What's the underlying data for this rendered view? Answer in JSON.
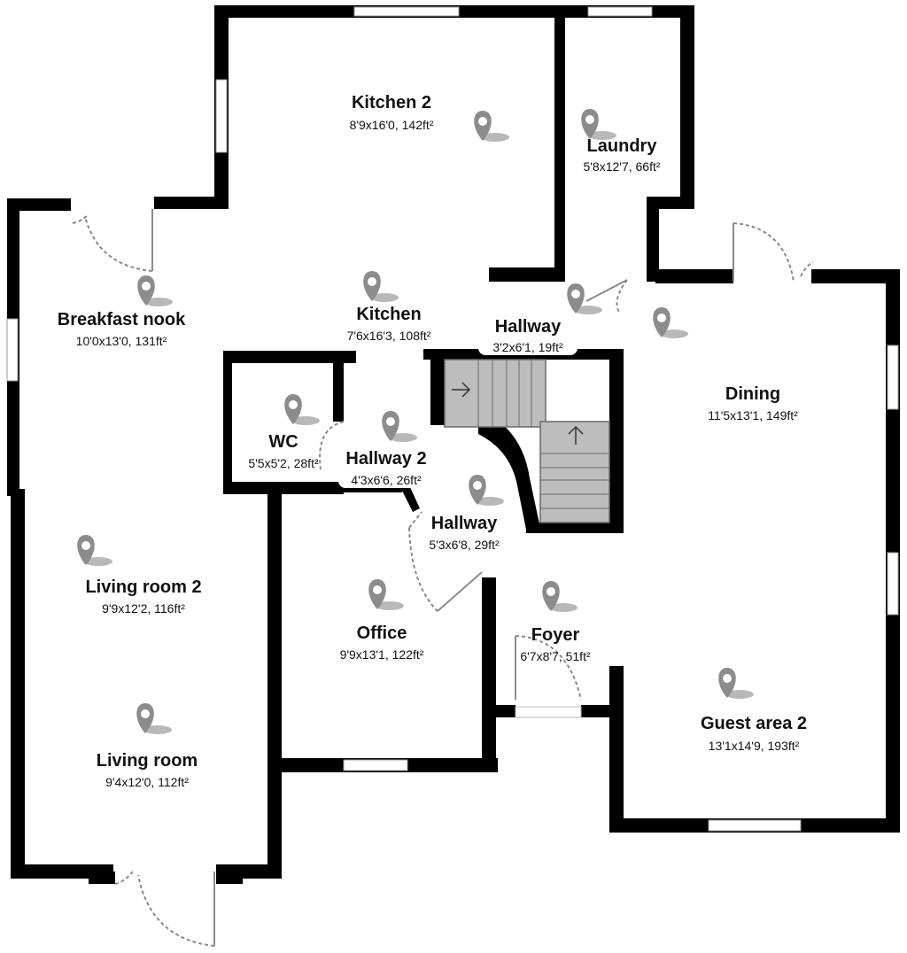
{
  "rooms": [
    {
      "key": "kitchen2",
      "name": "Kitchen 2",
      "dims": "8'9x16'0, 142ft²"
    },
    {
      "key": "laundry",
      "name": "Laundry",
      "dims": "5'8x12'7, 66ft²"
    },
    {
      "key": "breakfast",
      "name": "Breakfast nook",
      "dims": "10'0x13'0, 131ft²"
    },
    {
      "key": "kitchen",
      "name": "Kitchen",
      "dims": "7'6x16'3, 108ft²"
    },
    {
      "key": "hallway_top",
      "name": "Hallway",
      "dims": "3'2x6'1, 19ft²"
    },
    {
      "key": "dining",
      "name": "Dining",
      "dims": "11'5x13'1, 149ft²"
    },
    {
      "key": "wc",
      "name": "WC",
      "dims": "5'5x5'2, 28ft²"
    },
    {
      "key": "hallway2",
      "name": "Hallway 2",
      "dims": "4'3x6'6, 26ft²"
    },
    {
      "key": "hallway_mid",
      "name": "Hallway",
      "dims": "5'3x6'8, 29ft²"
    },
    {
      "key": "living2",
      "name": "Living room 2",
      "dims": "9'9x12'2, 116ft²"
    },
    {
      "key": "office",
      "name": "Office",
      "dims": "9'9x13'1, 122ft²"
    },
    {
      "key": "foyer",
      "name": "Foyer",
      "dims": "6'7x8'7, 51ft²"
    },
    {
      "key": "guest2",
      "name": "Guest area 2",
      "dims": "13'1x14'9, 193ft²"
    },
    {
      "key": "living",
      "name": "Living room",
      "dims": "9'4x12'0, 112ft²"
    }
  ],
  "colors": {
    "wall": "#000000",
    "pin": "#8c8c8c",
    "stair": "#bdbdbd",
    "door": "#8a8a8a"
  },
  "icons": {
    "pin": "map-pin-icon",
    "stair_arrow_right": "arrow-right-icon",
    "stair_arrow_up": "arrow-up-icon"
  }
}
